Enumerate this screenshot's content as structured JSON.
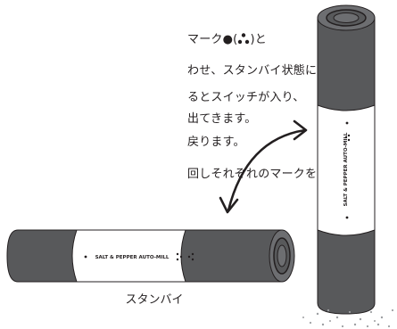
{
  "instructions": {
    "line1": {
      "text": "マークと",
      "mark_prefix": "マーク",
      "mark_symbol": "●(",
      "mark_suffix": ")と"
    },
    "line2": "わせ、スタンバイ状態にします。",
    "line3": "るとスイッチが入り、",
    "line4": "出てきます。",
    "line5": "戻ります。",
    "line6": "回しそれぞれのマークを"
  },
  "mill": {
    "label": "SALT & PEPPER AUTO-MILL",
    "body_color": "#58595b",
    "band_color": "#ffffff",
    "outline_color": "#231f20"
  },
  "standby_caption": "スタンバイ",
  "icons": {
    "mark_dots": "three-dot-mark-icon",
    "arrow": "curved-double-arrow-icon",
    "grains": "falling-grains-icon"
  }
}
